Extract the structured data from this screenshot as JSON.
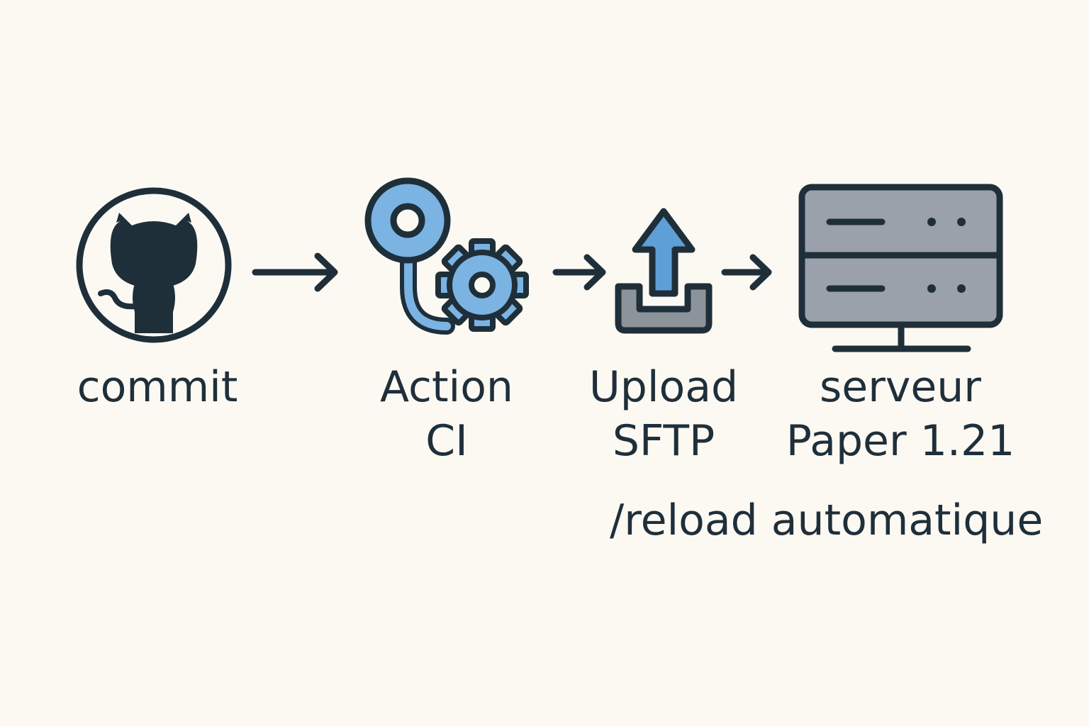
{
  "steps": {
    "commit": {
      "line1": "commit",
      "icon": "github-octocat-icon"
    },
    "action": {
      "line1": "Action",
      "line2": "CI",
      "icon": "github-actions-gear-icon"
    },
    "upload": {
      "line1": "Upload",
      "line2": "SFTP",
      "icon": "upload-tray-icon"
    },
    "server": {
      "line1": "serveur",
      "line2": "Paper 1.21",
      "icon": "server-rack-icon"
    }
  },
  "note": "/reload automatique",
  "colors": {
    "background": "#fcf9f3",
    "ink": "#1f2f3a",
    "accent_blue": "#7bb3e3",
    "server_gray": "#9aa1aa",
    "tray_gray": "#8d939a"
  }
}
